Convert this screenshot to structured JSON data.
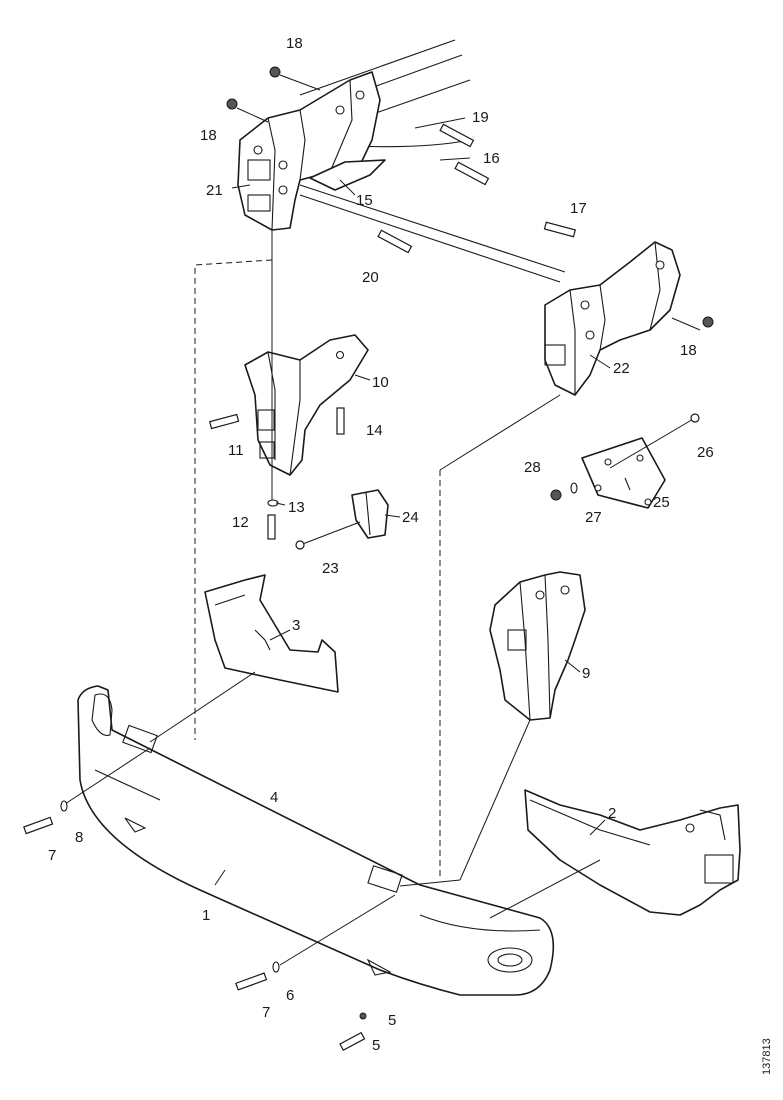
{
  "drawing": {
    "doc_id": "137813",
    "labels": [
      "18",
      "18",
      "18",
      "19",
      "16",
      "15",
      "21",
      "20",
      "17",
      "22",
      "10",
      "14",
      "11",
      "13",
      "12",
      "24",
      "23",
      "26",
      "28",
      "27",
      "25",
      "3",
      "9",
      "4",
      "2",
      "8",
      "7",
      "1",
      "6",
      "7",
      "5",
      "5"
    ]
  }
}
